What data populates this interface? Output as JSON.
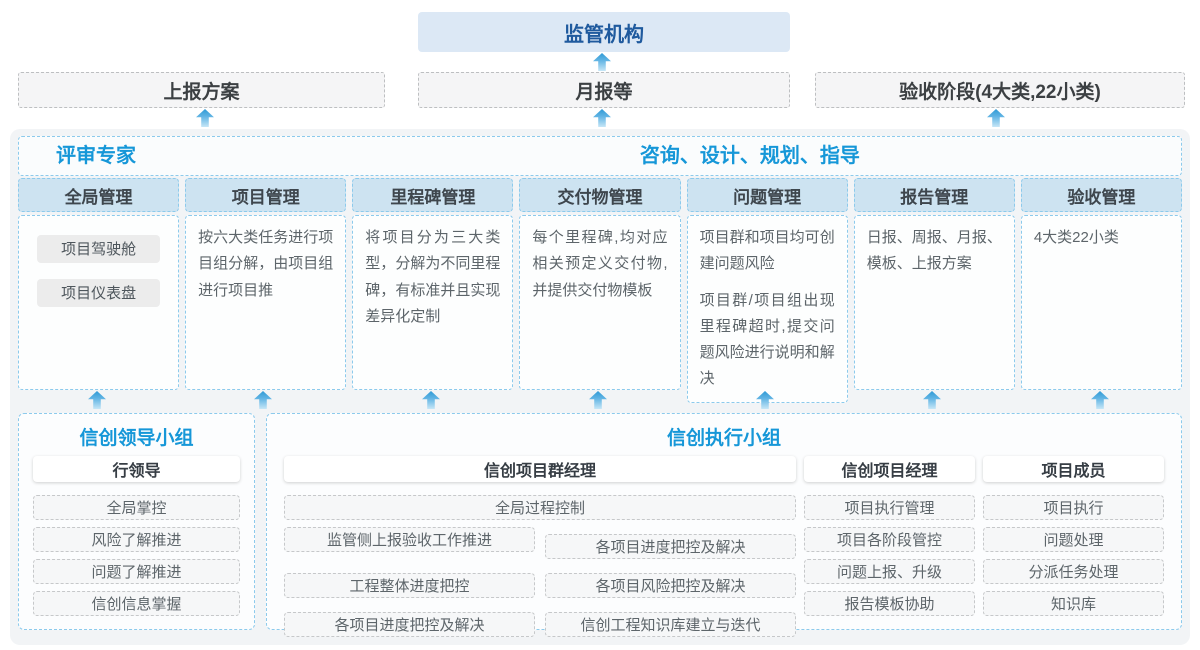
{
  "top": {
    "regulator": "监管机构",
    "outputs": [
      "上报方案",
      "月报等",
      "验收阶段(4大类,22小类)"
    ]
  },
  "experts": {
    "left_label": "评审专家",
    "right_label": "咨询、设计、规划、指导"
  },
  "modules": [
    {
      "title": "全局管理",
      "pills": [
        "项目驾驶舱",
        "项目仪表盘"
      ]
    },
    {
      "title": "项目管理",
      "paragraphs": [
        "按六大类任务进行项目组分解，由项目组进行项目推"
      ]
    },
    {
      "title": "里程碑管理",
      "paragraphs": [
        "将项目分为三大类型，分解为不同里程碑，有标准并且实现差异化定制"
      ]
    },
    {
      "title": "交付物管理",
      "paragraphs": [
        "每个里程碑,均对应相关预定义交付物,并提供交付物模板"
      ]
    },
    {
      "title": "问题管理",
      "paragraphs": [
        "项目群和项目均可创建问题风险",
        "项目群/项目组出现里程碑超时,提交问题风险进行说明和解决"
      ]
    },
    {
      "title": "报告管理",
      "paragraphs": [
        "日报、周报、月报、模板、上报方案"
      ]
    },
    {
      "title": "验收管理",
      "paragraphs": [
        "4大类22小类"
      ]
    }
  ],
  "leader_group": {
    "title": "信创领导小组",
    "role": "行领导",
    "items": [
      "全局掌控",
      "风险了解推进",
      "问题了解推进",
      "信创信息掌握"
    ]
  },
  "exec_group": {
    "title": "信创执行小组",
    "program_manager": {
      "role": "信创项目群经理",
      "full_item": "全局过程控制",
      "left_items": [
        "监管侧上报验收工作推进",
        "工程整体进度把控",
        "各项目进度把控及解决"
      ],
      "right_items": [
        "各项目进度把控及解决",
        "各项目风险把控及解决",
        "信创工程知识库建立与迭代"
      ]
    },
    "project_manager": {
      "role": "信创项目经理",
      "items": [
        "项目执行管理",
        "项目各阶段管控",
        "问题上报、升级",
        "报告模板协助"
      ]
    },
    "member": {
      "role": "项目成员",
      "items": [
        "项目执行",
        "问题处理",
        "分派任务处理",
        "知识库"
      ]
    }
  },
  "colors": {
    "accent_blue": "#1697d8",
    "regulator_text": "#1f5a9e",
    "regulator_bg": "#dce8f5",
    "column_header_bg": "#cde3f1",
    "dashed_blue_border": "#8ccaec",
    "arrow_blue": "#2f9ad6",
    "container_bg": "#f2f4f6"
  }
}
